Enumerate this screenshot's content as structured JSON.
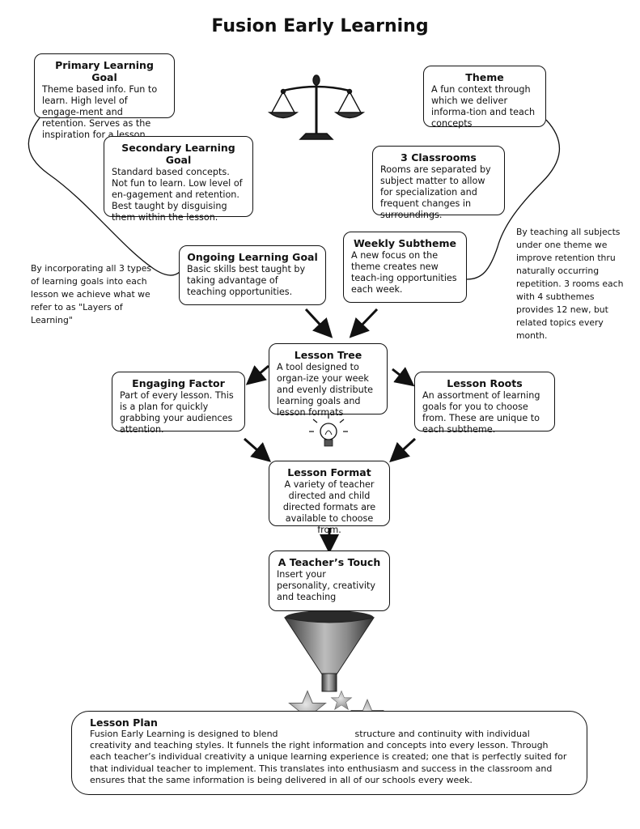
{
  "title": "Fusion Early Learning",
  "boxes": {
    "primary": {
      "heading": "Primary Learning Goal",
      "text": "Theme based info. Fun to learn. High level of engage-ment and retention. Serves as the inspiration for a lesson."
    },
    "secondary": {
      "heading": "Secondary Learning Goal",
      "text": "Standard based concepts. Not fun to learn. Low level of en-gagement and retention. Best taught by disguising them within the lesson."
    },
    "ongoing": {
      "heading": "Ongoing Learning Goal",
      "text": "Basic skills best taught by taking advantage of teaching opportunities."
    },
    "theme": {
      "heading": "Theme",
      "text": "A fun context through which we deliver informa-tion and teach concepts"
    },
    "classrooms": {
      "heading": "3 Classrooms",
      "text": "Rooms are separated by subject matter to allow for specialization and frequent changes in surroundings."
    },
    "subtheme": {
      "heading": "Weekly Subtheme",
      "text": "A new focus on the theme creates new teach-ing opportunities each week."
    },
    "tree": {
      "heading": "Lesson Tree",
      "text": "A tool designed to organ-ize your week and evenly distribute learning goals and lesson formats"
    },
    "engaging": {
      "heading": "Engaging Factor",
      "text": "Part of every lesson. This is a plan for quickly grabbing your audiences attention."
    },
    "roots": {
      "heading": "Lesson Roots",
      "text": "An assortment of learning goals for you to choose from. These are unique to each subtheme."
    },
    "format": {
      "heading": "Lesson Format",
      "text": "A variety of teacher directed and child directed formats are available to choose from."
    },
    "touch": {
      "heading": "A Teacher’s Touch",
      "text": "Insert your personality, creativity and teaching"
    }
  },
  "notes": {
    "left": "By incorporating all 3 types of learning goals into each lesson we achieve what we refer to as \"Layers of Learning\"",
    "right": "By teaching all subjects under one theme we improve retention thru naturally occurring repetition. 3 rooms each with 4 subthemes provides 12 new, but related topics every month."
  },
  "plan": {
    "heading": "Lesson Plan",
    "text_a": "Fusion Early Learning is designed to blend",
    "text_b": "structure and continuity with individual creativity and teaching styles. It funnels the right information and concepts into every lesson. Through each teacher’s individual creativity a unique learning experience is created; one that is perfectly suited for that individual teacher to implement. This translates into enthusiasm and success in the classroom and ensures that the same information is being delivered in all of our schools every week."
  },
  "icons": [
    "scale-icon",
    "lightbulb-icon",
    "funnel-icon",
    "star-icon"
  ]
}
